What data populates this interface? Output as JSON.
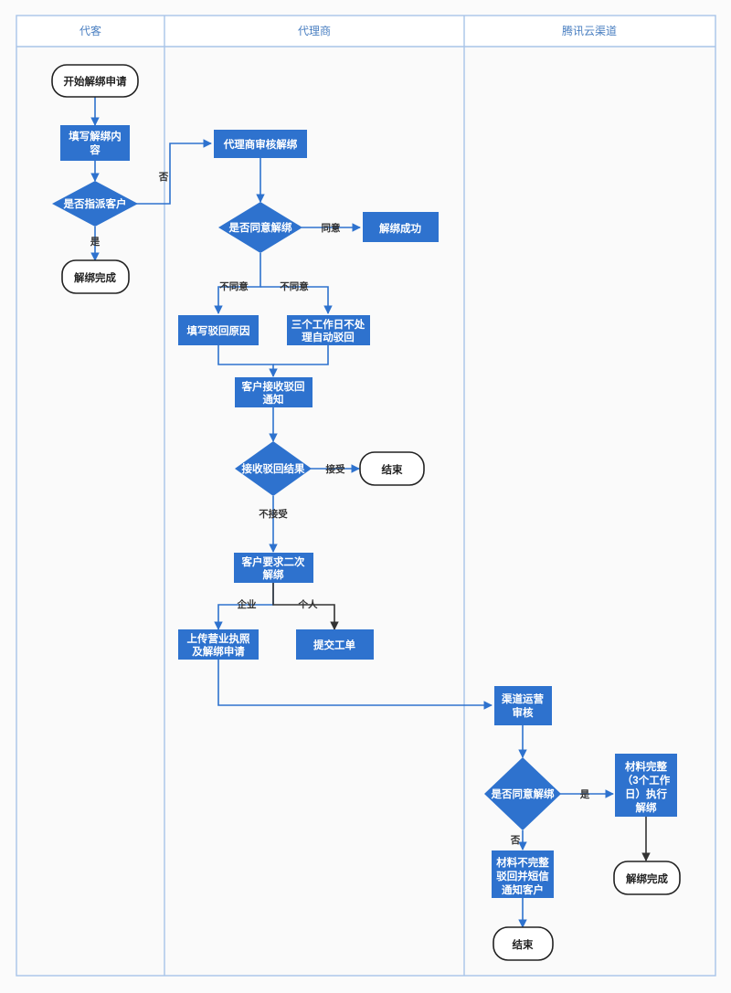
{
  "diagram": {
    "title_bar_height": 40,
    "lanes": [
      {
        "id": "lane-customer",
        "label": "代客"
      },
      {
        "id": "lane-agent",
        "label": "代理商"
      },
      {
        "id": "lane-tencent",
        "label": "腾讯云渠道"
      }
    ],
    "colors": {
      "node_fill": "#2e72ce",
      "node_text": "#ffffff",
      "terminal_fill": "#ffffff",
      "terminal_stroke": "#222222",
      "line": "#2e72ce",
      "line_dark": "#333333",
      "lane_border": "#a8c4e8",
      "lane_header_text": "#4a7fc1",
      "background": "#fbfbfb"
    },
    "nodes": [
      {
        "id": "n-start",
        "type": "terminal",
        "lane": "lane-customer",
        "label": "开始解绑申请"
      },
      {
        "id": "n-fill-content",
        "type": "process",
        "lane": "lane-customer",
        "label_lines": [
          "填写解绑内",
          "容"
        ]
      },
      {
        "id": "n-assign-customer",
        "type": "decision",
        "lane": "lane-customer",
        "label": "是否指派客户"
      },
      {
        "id": "n-unbind-done-left",
        "type": "terminal",
        "lane": "lane-customer",
        "label": "解绑完成"
      },
      {
        "id": "n-agent-review",
        "type": "process",
        "lane": "lane-agent",
        "label": "代理商审核解绑"
      },
      {
        "id": "n-agree-unbind",
        "type": "decision",
        "lane": "lane-agent",
        "label": "是否同意解绑"
      },
      {
        "id": "n-unbind-success",
        "type": "process",
        "lane": "lane-agent",
        "label": "解绑成功"
      },
      {
        "id": "n-fill-reject-reason",
        "type": "process",
        "lane": "lane-agent",
        "label": "填写驳回原因"
      },
      {
        "id": "n-auto-reject",
        "type": "process",
        "lane": "lane-agent",
        "label_lines": [
          "三个工作日不处",
          "理自动驳回"
        ]
      },
      {
        "id": "n-receive-notice",
        "type": "process",
        "lane": "lane-agent",
        "label_lines": [
          "客户接收驳回",
          "通知"
        ]
      },
      {
        "id": "n-receive-result",
        "type": "decision",
        "lane": "lane-agent",
        "label": "接收驳回结果"
      },
      {
        "id": "n-end-agent",
        "type": "terminal",
        "lane": "lane-agent",
        "label": "结束"
      },
      {
        "id": "n-second-unbind",
        "type": "process",
        "lane": "lane-agent",
        "label_lines": [
          "客户要求二次",
          "解绑"
        ]
      },
      {
        "id": "n-upload-license",
        "type": "process",
        "lane": "lane-agent",
        "label_lines": [
          "上传营业执照",
          "及解绑申请"
        ]
      },
      {
        "id": "n-submit-ticket",
        "type": "process",
        "lane": "lane-agent",
        "label": "提交工单"
      },
      {
        "id": "n-channel-review",
        "type": "process",
        "lane": "lane-tencent",
        "label_lines": [
          "渠道运营",
          "审核"
        ]
      },
      {
        "id": "n-agree-unbind-2",
        "type": "decision",
        "lane": "lane-tencent",
        "label": "是否同意解绑"
      },
      {
        "id": "n-material-complete",
        "type": "process",
        "lane": "lane-tencent",
        "label_lines": [
          "材料完整",
          "（3个工作",
          "日）执行",
          "解绑"
        ]
      },
      {
        "id": "n-material-incomplete",
        "type": "process",
        "lane": "lane-tencent",
        "label_lines": [
          "材料不完整",
          "驳回并短信",
          "通知客户"
        ]
      },
      {
        "id": "n-unbind-done-right",
        "type": "terminal",
        "lane": "lane-tencent",
        "label": "解绑完成"
      },
      {
        "id": "n-end-tencent",
        "type": "terminal",
        "lane": "lane-tencent",
        "label": "结束"
      }
    ],
    "edge_labels": [
      {
        "id": "edge-no-assign",
        "text": "否"
      },
      {
        "id": "edge-yes-assign",
        "text": "是"
      },
      {
        "id": "edge-agree",
        "text": "同意"
      },
      {
        "id": "edge-disagree-left",
        "text": "不同意"
      },
      {
        "id": "edge-disagree-right",
        "text": "不同意"
      },
      {
        "id": "edge-accept",
        "text": "接受"
      },
      {
        "id": "edge-not-accept",
        "text": "不接受"
      },
      {
        "id": "edge-enterprise",
        "text": "企业"
      },
      {
        "id": "edge-personal",
        "text": "个人"
      },
      {
        "id": "edge-yes-2",
        "text": "是"
      },
      {
        "id": "edge-no-2",
        "text": "否"
      }
    ]
  }
}
